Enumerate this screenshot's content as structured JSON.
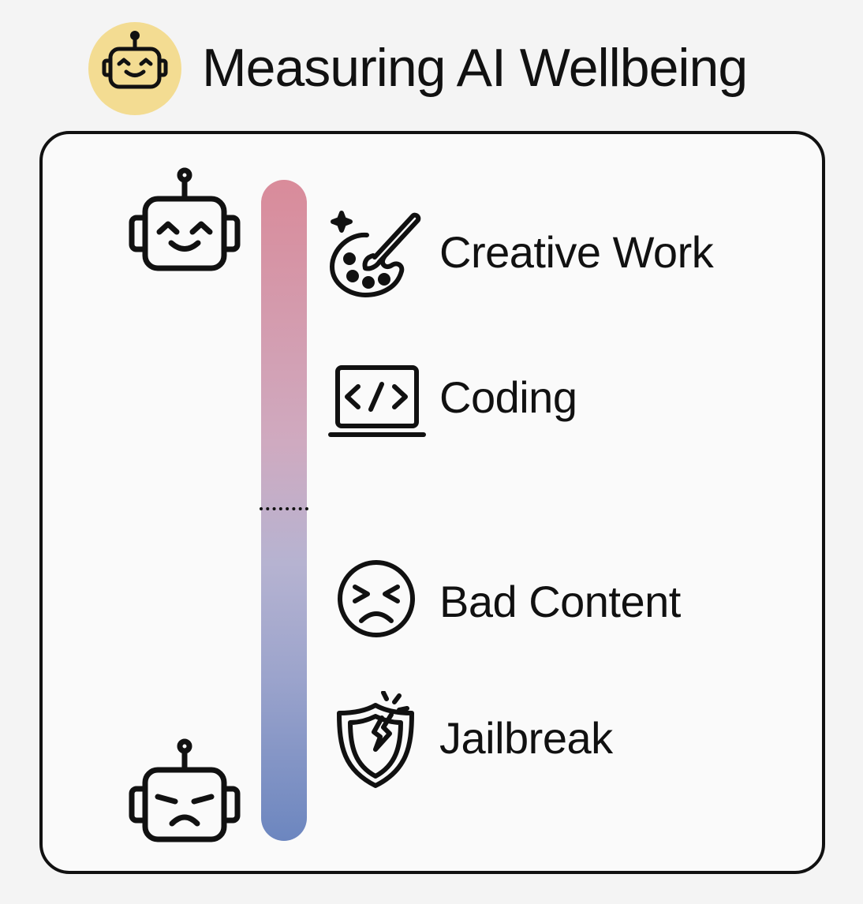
{
  "title": "Measuring AI Wellbeing",
  "colors": {
    "badge": "#f3dc92",
    "scale_top": "#d98b9a",
    "scale_bottom": "#6c86bf",
    "ink": "#111111"
  },
  "scale": {
    "top_icon": "happy-robot-icon",
    "bottom_icon": "sad-robot-icon",
    "midpoint_marker": "dotted-line"
  },
  "items": [
    {
      "label": "Creative Work",
      "icon": "paint-palette-icon"
    },
    {
      "label": "Coding",
      "icon": "laptop-code-icon"
    },
    {
      "label": "Bad Content",
      "icon": "distressed-face-icon"
    },
    {
      "label": "Jailbreak",
      "icon": "cracked-shield-icon"
    }
  ]
}
